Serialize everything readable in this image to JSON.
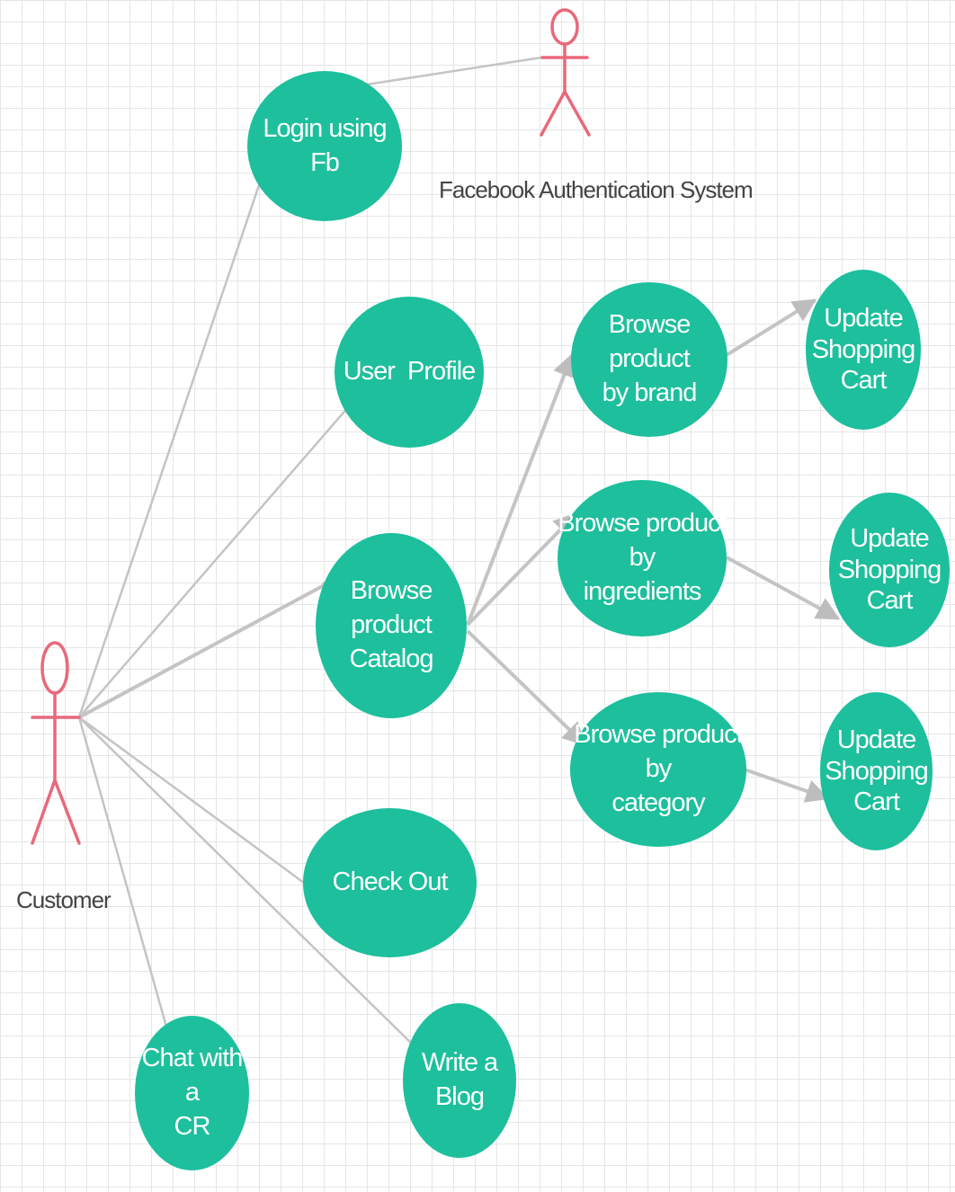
{
  "colors": {
    "use_case_fill": "#1dbf9c",
    "actor_stroke": "#e8697b",
    "connector": "#c4c4c4",
    "label_text": "#444444"
  },
  "actors": {
    "customer": {
      "label": "Customer"
    },
    "facebook": {
      "label": "Facebook Authentication System"
    }
  },
  "use_cases": {
    "login": {
      "label": "Login using Fb"
    },
    "user_profile": {
      "label": "User  Profile"
    },
    "browse_catalog": {
      "label": "Browse product\nCatalog"
    },
    "check_out": {
      "label": "Check Out"
    },
    "write_blog": {
      "label": "Write a\nBlog"
    },
    "chat_cr": {
      "label": "Chat with a\nCR"
    },
    "browse_brand": {
      "label": "Browse product\nby brand"
    },
    "browse_ingredients": {
      "label": "Browse product by\ningredients"
    },
    "browse_category": {
      "label": "Browse product by\ncategory"
    },
    "update_cart_1": {
      "label": "Update\nShopping\nCart"
    },
    "update_cart_2": {
      "label": "Update\nShopping\nCart"
    },
    "update_cart_3": {
      "label": "Update\nShopping\nCart"
    }
  }
}
